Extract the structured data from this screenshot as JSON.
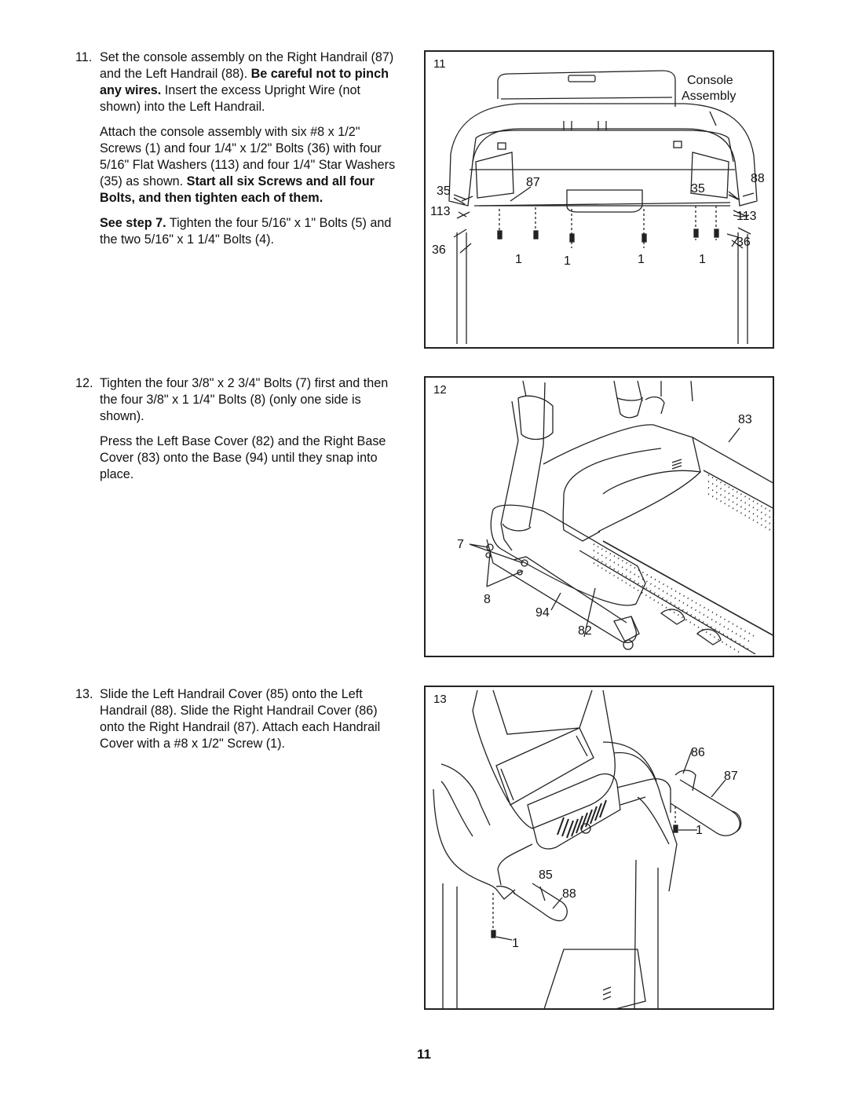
{
  "steps": [
    {
      "number": "11.",
      "p1_a": "Set the console assembly on the Right Handrail (87) and the Left Handrail (88). ",
      "p1_b": "Be careful not to pinch any wires.",
      "p1_c": " Insert the excess Upright Wire (not shown) into the Left Handrail.",
      "p2_a": "Attach the console assembly with six #8 x 1/2\" Screws (1) and four 1/4\" x 1/2\" Bolts (36) with four 5/16\" Flat Washers (113) and four 1/4\" Star Washers (35) as shown. ",
      "p2_b": "Start all six Screws and all four Bolts, and then tighten each of them.",
      "p3_a": "See step 7.",
      "p3_b": " Tighten the four 5/16\" x 1\" Bolts (5) and the two 5/16\" x 1 1/4\" Bolts (4)."
    },
    {
      "number": "12.",
      "p1": "Tighten the four 3/8\" x 2 3/4\" Bolts (7) first and then the four 3/8\" x 1 1/4\" Bolts (8) (only one side is shown).",
      "p2": "Press the Left Base Cover (82) and the Right Base Cover (83) onto the Base (94) until they snap into place."
    },
    {
      "number": "13.",
      "p1": "Slide the Left Handrail Cover (85) onto the Left Handrail (88). Slide the Right Handrail Cover (86) onto the Right Handrail (87). Attach each Handrail Cover with a #8 x 1/2\" Screw (1)."
    }
  ],
  "figures": [
    {
      "step_label": "11",
      "callouts": {
        "console_1": "Console",
        "console_2": "Assembly",
        "c88": "88",
        "c87": "87",
        "c35_left": "35",
        "c35_right": "35",
        "c113_left": "113",
        "c113_right": "113",
        "c36_left": "36",
        "c36_right": "36",
        "c1_a": "1",
        "c1_b": "1",
        "c1_c": "1",
        "c1_d": "1"
      }
    },
    {
      "step_label": "12",
      "callouts": {
        "c83": "83",
        "c7": "7",
        "c8": "8",
        "c94": "94",
        "c82": "82"
      }
    },
    {
      "step_label": "13",
      "callouts": {
        "c86": "86",
        "c87": "87",
        "c1_right": "1",
        "c85": "85",
        "c88": "88",
        "c1_left": "1"
      }
    }
  ],
  "page_number": "11"
}
